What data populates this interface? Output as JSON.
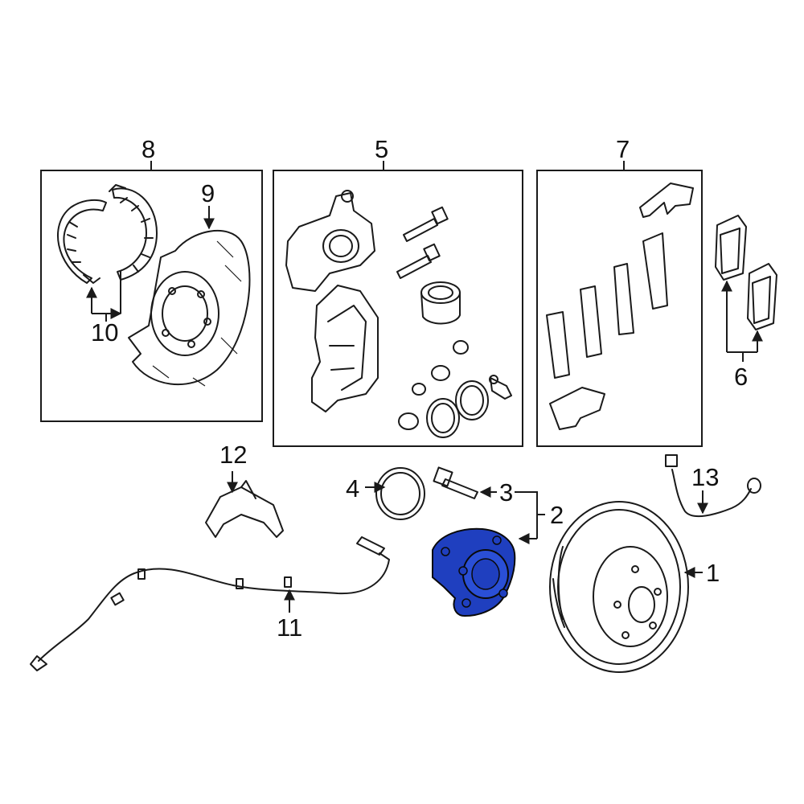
{
  "highlight_color": "#1f3fbf",
  "callouts": {
    "c1": "1",
    "c2": "2",
    "c3": "3",
    "c4": "4",
    "c5": "5",
    "c6": "6",
    "c7": "7",
    "c8": "8",
    "c9": "9",
    "c10": "10",
    "c11": "11",
    "c12": "12",
    "c13": "13"
  }
}
